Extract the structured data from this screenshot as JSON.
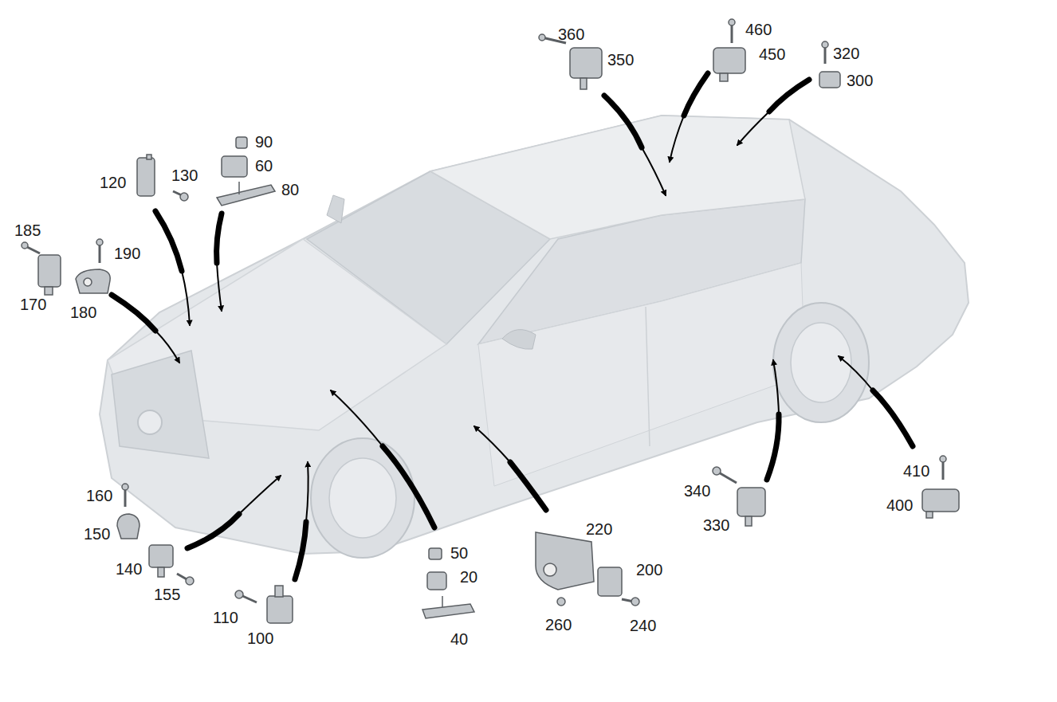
{
  "diagram": {
    "labels": [
      "360",
      "350",
      "460",
      "450",
      "320",
      "300",
      "90",
      "60",
      "120",
      "130",
      "80",
      "185",
      "190",
      "170",
      "180",
      "160",
      "150",
      "140",
      "155",
      "110",
      "100",
      "50",
      "20",
      "40",
      "220",
      "200",
      "260",
      "240",
      "340",
      "330",
      "410",
      "400"
    ]
  }
}
